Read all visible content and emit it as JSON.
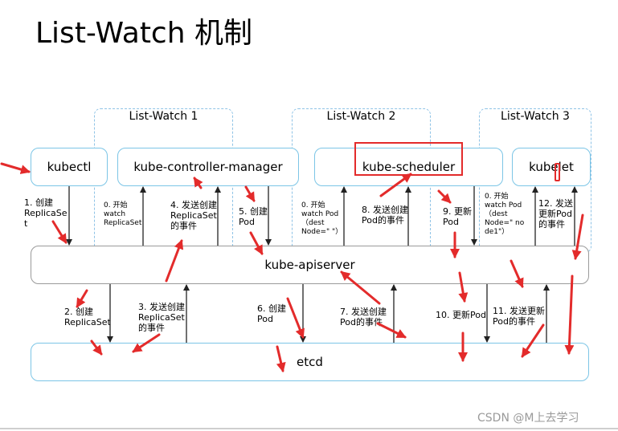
{
  "title": "List-Watch 机制",
  "groups": [
    "List-Watch 1",
    "List-Watch 2",
    "List-Watch 3"
  ],
  "components": {
    "kubectl": "kubectl",
    "controller_manager": "kube-controller-manager",
    "scheduler": "kube-scheduler",
    "kubelet": "kubelet",
    "apiserver": "kube-apiserver",
    "etcd": "etcd"
  },
  "steps_upper": {
    "s1": "1. 创建\nReplicaSe\nt",
    "s0a": "0. 开始\nwatch\nReplicaSet",
    "s4": "4. 发送创建\nReplicaSet\n的事件",
    "s5": "5. 创建\nPod",
    "s0b": "0. 开始\nwatch Pod\n（dest\nNode=\" \"）",
    "s8": "8. 发送创建\nPod的事件",
    "s9": "9. 更新\nPod",
    "s0c": "0. 开始\nwatch Pod\n（dest\nNode=\" no\nde1\"）",
    "s12": "12. 发送\n更新Pod\n的事件"
  },
  "steps_lower": {
    "s2": "2. 创建\nReplicaSet",
    "s3": "3. 发送创建\nReplicaSet\n的事件",
    "s6": "6. 创建\nPod",
    "s7": "7. 发送创建\nPod的事件",
    "s10": "10. 更新Pod",
    "s11": "11. 发送更新\nPod的事件"
  },
  "watermark": "CSDN @M上去学习",
  "colors": {
    "accent_box": "#7cc5e6",
    "annotation_red": "#e32b2b",
    "dashed": "#8fc3e6"
  }
}
